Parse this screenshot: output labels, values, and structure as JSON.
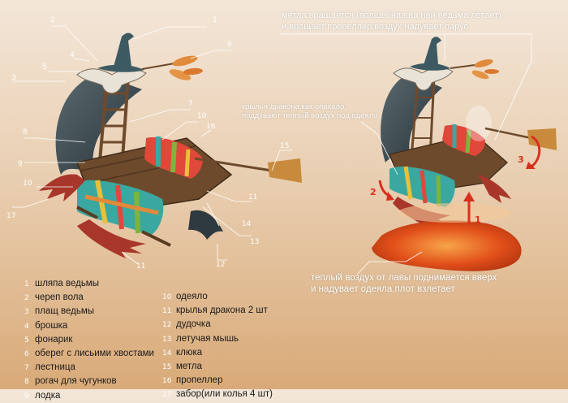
{
  "callouts_left": [
    {
      "n": "1"
    },
    {
      "n": "2"
    },
    {
      "n": "3"
    },
    {
      "n": "4"
    },
    {
      "n": "5"
    },
    {
      "n": "6"
    },
    {
      "n": "7"
    },
    {
      "n": "8"
    },
    {
      "n": "9"
    },
    {
      "n": "10"
    },
    {
      "n": "10"
    },
    {
      "n": "11"
    },
    {
      "n": "11"
    },
    {
      "n": "12"
    },
    {
      "n": "13"
    },
    {
      "n": "14"
    },
    {
      "n": "15"
    },
    {
      "n": "16"
    },
    {
      "n": "17"
    }
  ],
  "right": {
    "note_top_line1": "метла вращается  (волшебная,на ней ведьма летает)",
    "note_top_line2": "и вращает пропеллер,воздух надувает парус",
    "note_mid_line1": "крылья дракона,как опахало,",
    "note_mid_line2": "поддувают теплый воздух под одеяло",
    "note_bottom_line1": "теплый воздух от лавы поднимается   вверх",
    "note_bottom_line2": "и надувает одеяла,плот взлетает",
    "arrow_labels": [
      "1",
      "2",
      "3"
    ]
  },
  "legend_col1": [
    {
      "n": "1",
      "label": "шляпа ведьмы"
    },
    {
      "n": "2",
      "label": "череп вола"
    },
    {
      "n": "3",
      "label": "плащ ведьмы"
    },
    {
      "n": "4",
      "label": "брошка"
    },
    {
      "n": "5",
      "label": "фонарик"
    },
    {
      "n": "6",
      "label": "оберег с лисьими хвостами"
    },
    {
      "n": "7",
      "label": "лестница"
    },
    {
      "n": "8",
      "label": "рогач для чугунков"
    },
    {
      "n": "9",
      "label": "лодка"
    }
  ],
  "legend_col2": [
    {
      "n": "10",
      "label": "одеяло"
    },
    {
      "n": "11",
      "label": "крылья дракона 2 шт"
    },
    {
      "n": "12",
      "label": "дудочка"
    },
    {
      "n": "13",
      "label": "летучая мышь"
    },
    {
      "n": "14",
      "label": "клюка"
    },
    {
      "n": "15",
      "label": "метла"
    },
    {
      "n": "16",
      "label": "пропеллер"
    },
    {
      "n": "17",
      "label": "забор(или колья 4 шт)"
    }
  ],
  "colors": {
    "background_top": "#f3e6d8",
    "background_bottom": "#d9aa78",
    "arrow_red": "#d8301e",
    "lava": "#e2501a",
    "cloak": "#3c4a52",
    "wood": "#6e4a2c"
  }
}
